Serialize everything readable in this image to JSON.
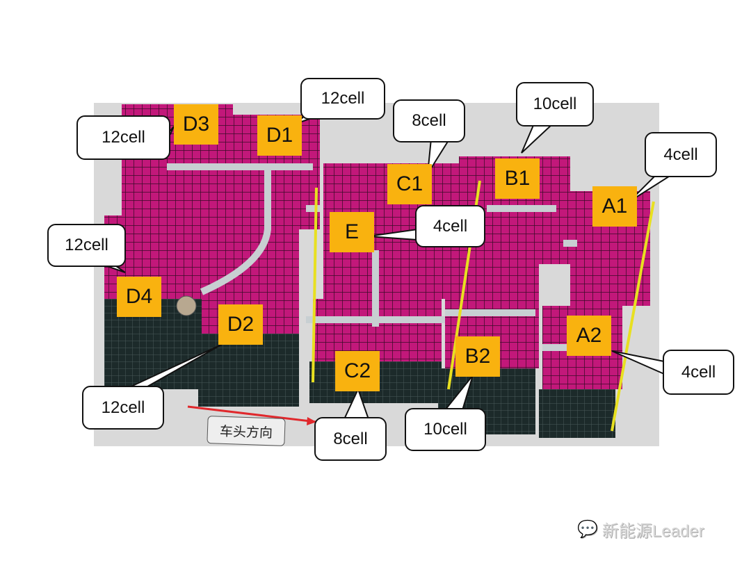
{
  "modules": [
    {
      "id": "D3",
      "cells": "12cell"
    },
    {
      "id": "D1",
      "cells": "12cell"
    },
    {
      "id": "C1",
      "cells": "8cell"
    },
    {
      "id": "B1",
      "cells": "10cell"
    },
    {
      "id": "A1",
      "cells": "4cell"
    },
    {
      "id": "E",
      "cells": "4cell"
    },
    {
      "id": "D4",
      "cells": "12cell"
    },
    {
      "id": "D2",
      "cells": "12cell"
    },
    {
      "id": "C2",
      "cells": "8cell"
    },
    {
      "id": "B2",
      "cells": "10cell"
    },
    {
      "id": "A2",
      "cells": "4cell"
    }
  ],
  "direction_label": "车头方向",
  "watermark": "新能源Leader",
  "colors": {
    "module": "#c2187a",
    "label": "#f9b20f",
    "background": "#d9d9d9",
    "arrow": "#e0282c"
  }
}
